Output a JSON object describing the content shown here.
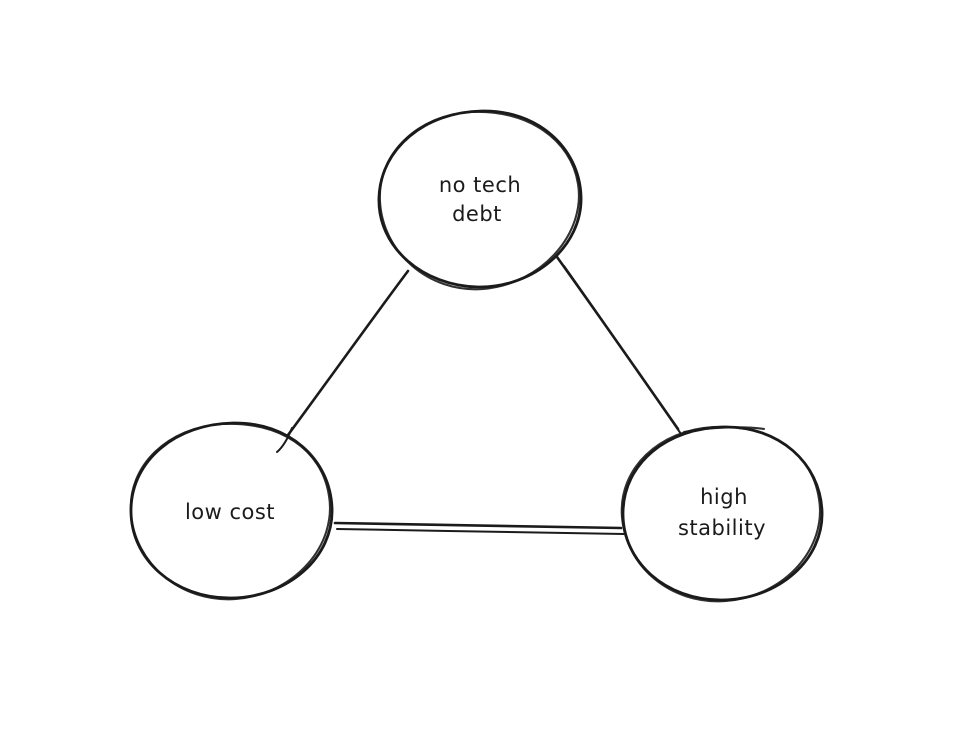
{
  "canvas": {
    "background_color": "#ffffff",
    "stroke_color": "#1b1b1b",
    "text_color": "#1b1b1b",
    "style": "hand-drawn sketch"
  },
  "diagram": {
    "type": "triangle-of-three-circles",
    "nodes": [
      {
        "id": "no-tech-debt",
        "label": "no tech debt",
        "line1": "no tech",
        "line2": "debt",
        "position": "top-center"
      },
      {
        "id": "low-cost",
        "label": "low cost",
        "line1": "low cost",
        "position": "bottom-left"
      },
      {
        "id": "high-stability",
        "label": "high stability",
        "line1": "high",
        "line2": "stability",
        "position": "bottom-right"
      }
    ],
    "edges": [
      {
        "from": "no-tech-debt",
        "to": "low-cost",
        "stroke_style": "single"
      },
      {
        "from": "no-tech-debt",
        "to": "high-stability",
        "stroke_style": "double"
      },
      {
        "from": "low-cost",
        "to": "high-stability",
        "stroke_style": "double"
      }
    ]
  }
}
